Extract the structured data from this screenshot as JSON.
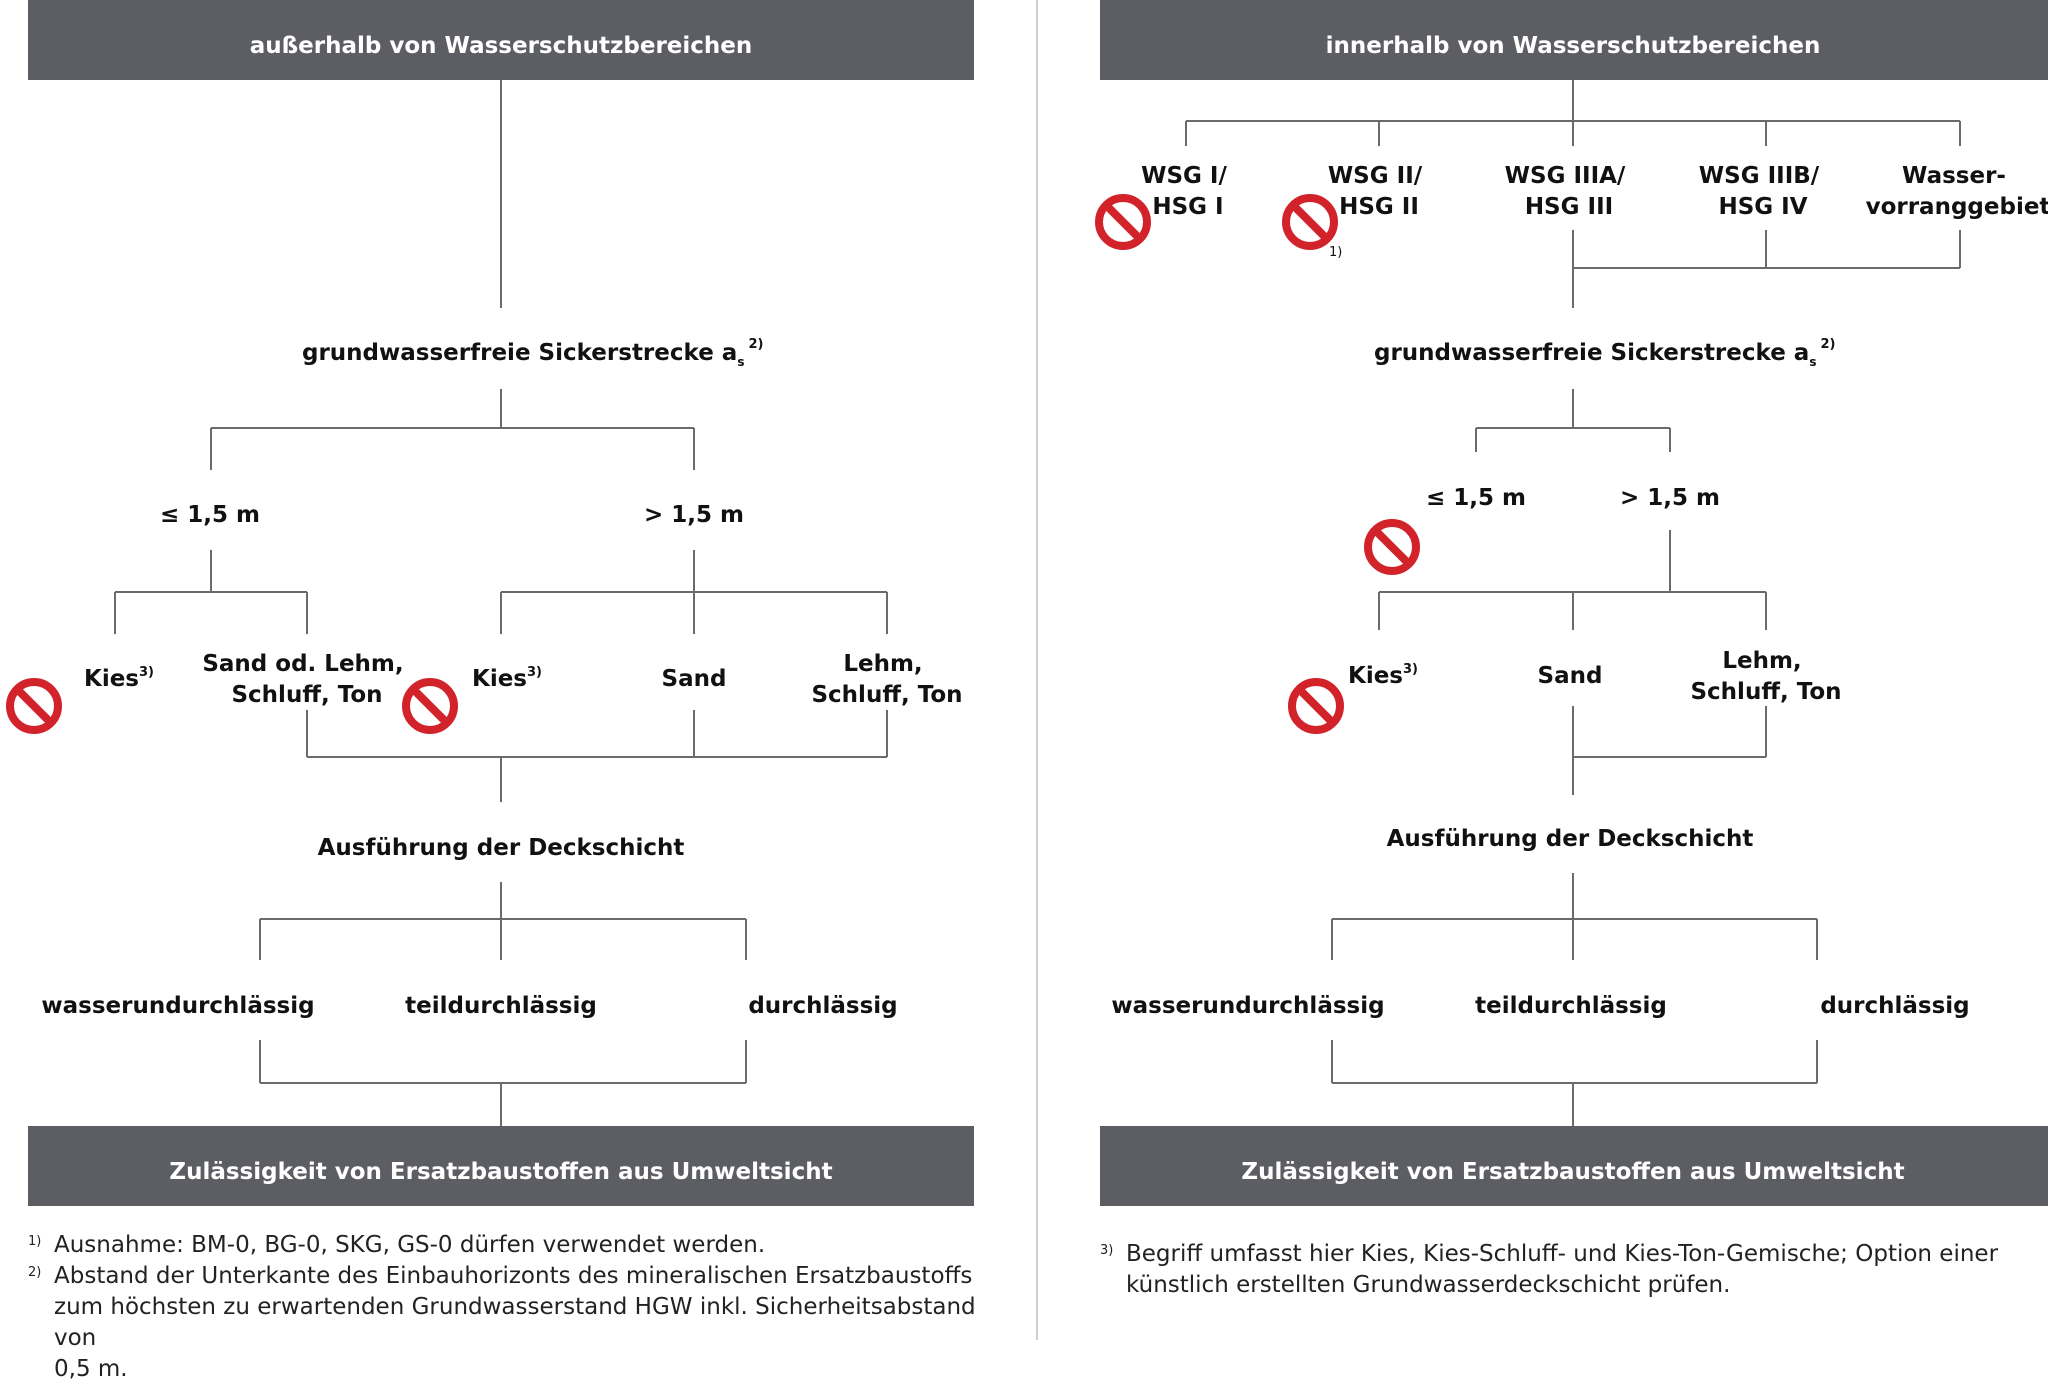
{
  "colors": {
    "header_bg": "#5d5e63",
    "header_text": "#ffffff",
    "connector": "#6b6b6b",
    "prohibited": "#d2232a"
  },
  "icons": {
    "prohibited": "prohibited-sign-icon"
  },
  "left": {
    "header": "außerhalb von Wasserschutzbereichen",
    "sickerstrecke": {
      "text": "grundwasserfreie Sickerstrecke a",
      "sub": "s",
      "sup": "2)"
    },
    "depth_le": "≤ 1,5 m",
    "depth_gt": "> 1,5 m",
    "soil": {
      "kies": "Kies",
      "kies_sup": "3)",
      "sand_lehm": [
        "Sand od. Lehm,",
        "Schluff, Ton"
      ],
      "sand": "Sand",
      "lehm": [
        "Lehm,",
        "Schluff, Ton"
      ]
    },
    "deckschicht": "Ausführung der Deckschicht",
    "permeability": [
      "wasserundurchlässig",
      "teildurchlässig",
      "durchlässig"
    ],
    "footer": "Zulässigkeit von Ersatzbaustoffen aus Umweltsicht"
  },
  "right": {
    "header": "innerhalb von Wasserschutzbereichen",
    "zones": [
      [
        "WSG I/",
        "HSG I"
      ],
      [
        "WSG II/",
        "HSG II"
      ],
      [
        "WSG IIIA/",
        "HSG III"
      ],
      [
        "WSG IIIB/",
        "HSG IV"
      ],
      [
        "Wasser-",
        "vorranggebiet"
      ]
    ],
    "zone2_sup": "1)",
    "sickerstrecke": {
      "text": "grundwasserfreie Sickerstrecke a",
      "sub": "s",
      "sup": "2)"
    },
    "depth_le": "≤ 1,5 m",
    "depth_gt": "> 1,5 m",
    "soil": {
      "kies": "Kies",
      "kies_sup": "3)",
      "sand": "Sand",
      "lehm": [
        "Lehm,",
        "Schluff, Ton"
      ]
    },
    "deckschicht": "Ausführung der Deckschicht",
    "permeability": [
      "wasserundurchlässig",
      "teildurchlässig",
      "durchlässig"
    ],
    "footer": "Zulässigkeit von Ersatzbaustoffen aus Umweltsicht"
  },
  "footnotes_left": [
    {
      "num": "1)",
      "lines": [
        "Ausnahme: BM-0, BG-0, SKG, GS-0 dürfen verwendet werden."
      ]
    },
    {
      "num": "2)",
      "lines": [
        "Abstand der Unterkante des Einbauhorizonts des mineralischen Ersatzbaustoffs",
        "zum höchsten zu erwartenden Grundwasserstand HGW inkl. Sicherheitsabstand von",
        "0,5 m."
      ]
    }
  ],
  "footnotes_right": [
    {
      "num": "3)",
      "lines": [
        "Begriff umfasst hier Kies, Kies-Schluff- und Kies-Ton-Gemische; Option einer",
        "künstlich erstellten Grundwasserdeckschicht prüfen."
      ]
    }
  ]
}
